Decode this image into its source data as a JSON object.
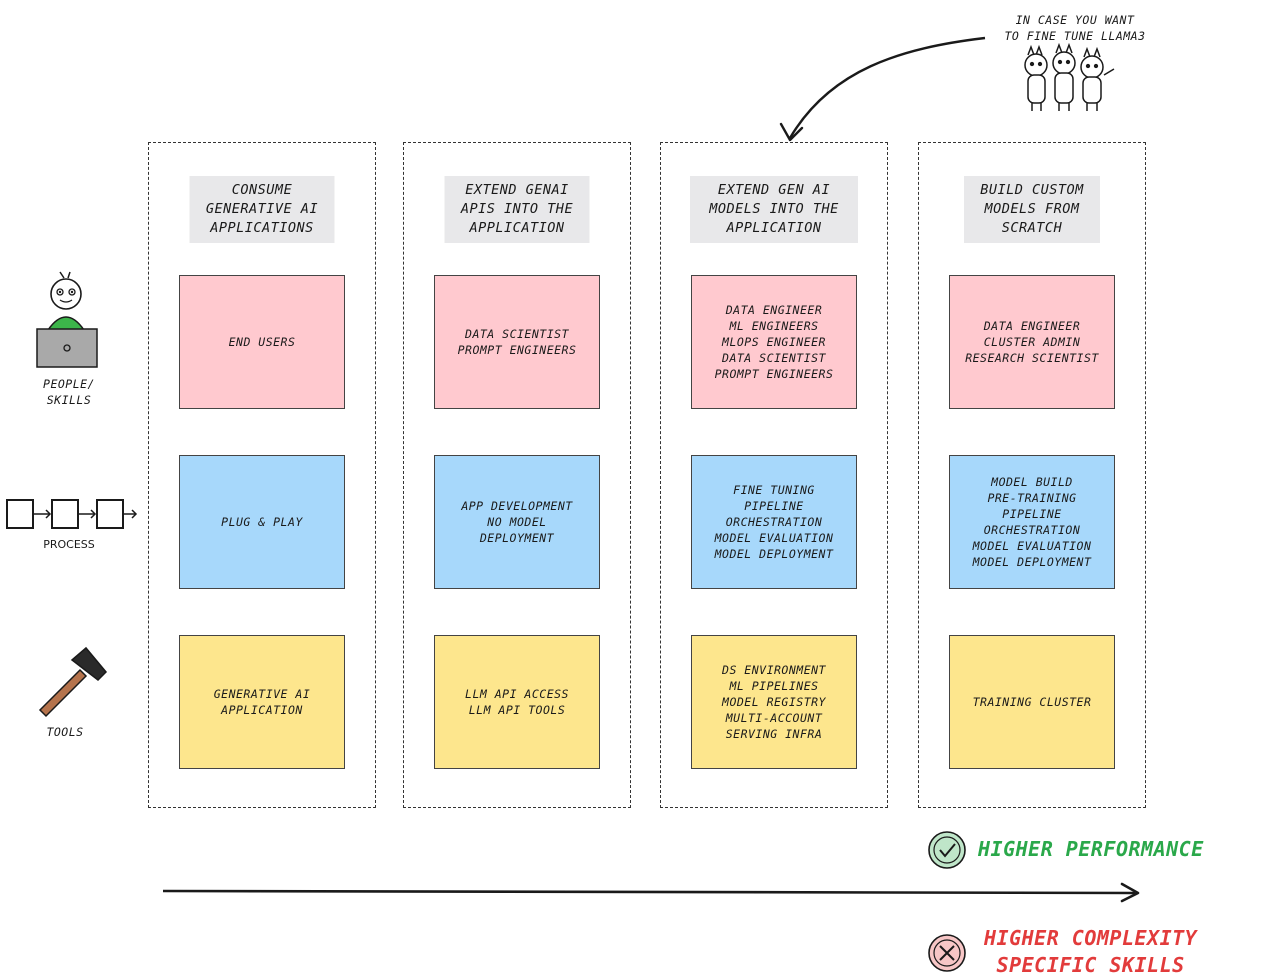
{
  "annotation": {
    "text": "IN CASE YOU WANT\nTO FINE TUNE LLAMA3"
  },
  "rows": {
    "people": "PEOPLE/\nSKILLS",
    "process": "PROCESS",
    "tools": "TOOLS"
  },
  "columns": [
    {
      "title": "CONSUME\nGENERATIVE AI\nAPPLICATIONS",
      "people": "END USERS",
      "process": "PLUG & PLAY",
      "tools": "GENERATIVE AI\nAPPLICATION"
    },
    {
      "title": "EXTEND GENAI\nAPIs INTO THE\nAPPLICATION",
      "people": "DATA SCIENTIST\nPROMPT ENGINEERS",
      "process": "APP DEVELOPMENT\nNO MODEL\nDEPLOYMENT",
      "tools": "LLM API ACCESS\nLLM API TOOLS"
    },
    {
      "title": "EXTEND GEN AI\nMODELS INTO THE\nAPPLICATION",
      "people": "DATA ENGINEER\nML ENGINEERS\nMLOPS ENGINEER\nDATA SCIENTIST\nPROMPT ENGINEERS",
      "process": "FINE TUNING\nPIPELINE\nORCHESTRATION\nMODEL EVALUATION\nMODEL DEPLOYMENT",
      "tools": "DS ENVIRONMENT\nML PIPELINES\nMODEL REGISTRY\nMULTI-ACCOUNT\nSERVING INFRA"
    },
    {
      "title": "BUILD CUSTOM\nMODELS FROM\nSCRATCH",
      "people": "DATA ENGINEER\nCLUSTER ADMIN\nRESEARCH SCIENTIST",
      "process": "MODEL BUILD\nPRE-TRAINING\nPIPELINE\nORCHESTRATION\nMODEL EVALUATION\nMODEL DEPLOYMENT",
      "tools": "TRAINING CLUSTER"
    }
  ],
  "legend": {
    "performance": "HIGHER PERFORMANCE",
    "complexity": "HIGHER COMPLEXITY\nSPECIFIC SKILLS"
  },
  "colors": {
    "people": "#ffc9cf",
    "process": "#a7d8fb",
    "tools": "#fde68d",
    "performance": "#2aa84a",
    "complexity": "#e23b3b"
  },
  "icons": {
    "people": "person-at-laptop-icon",
    "process": "process-boxes-icon",
    "tools": "hammer-icon",
    "annotation": "llama-trio-icon",
    "performance": "check-circle-icon",
    "complexity": "x-circle-icon"
  }
}
